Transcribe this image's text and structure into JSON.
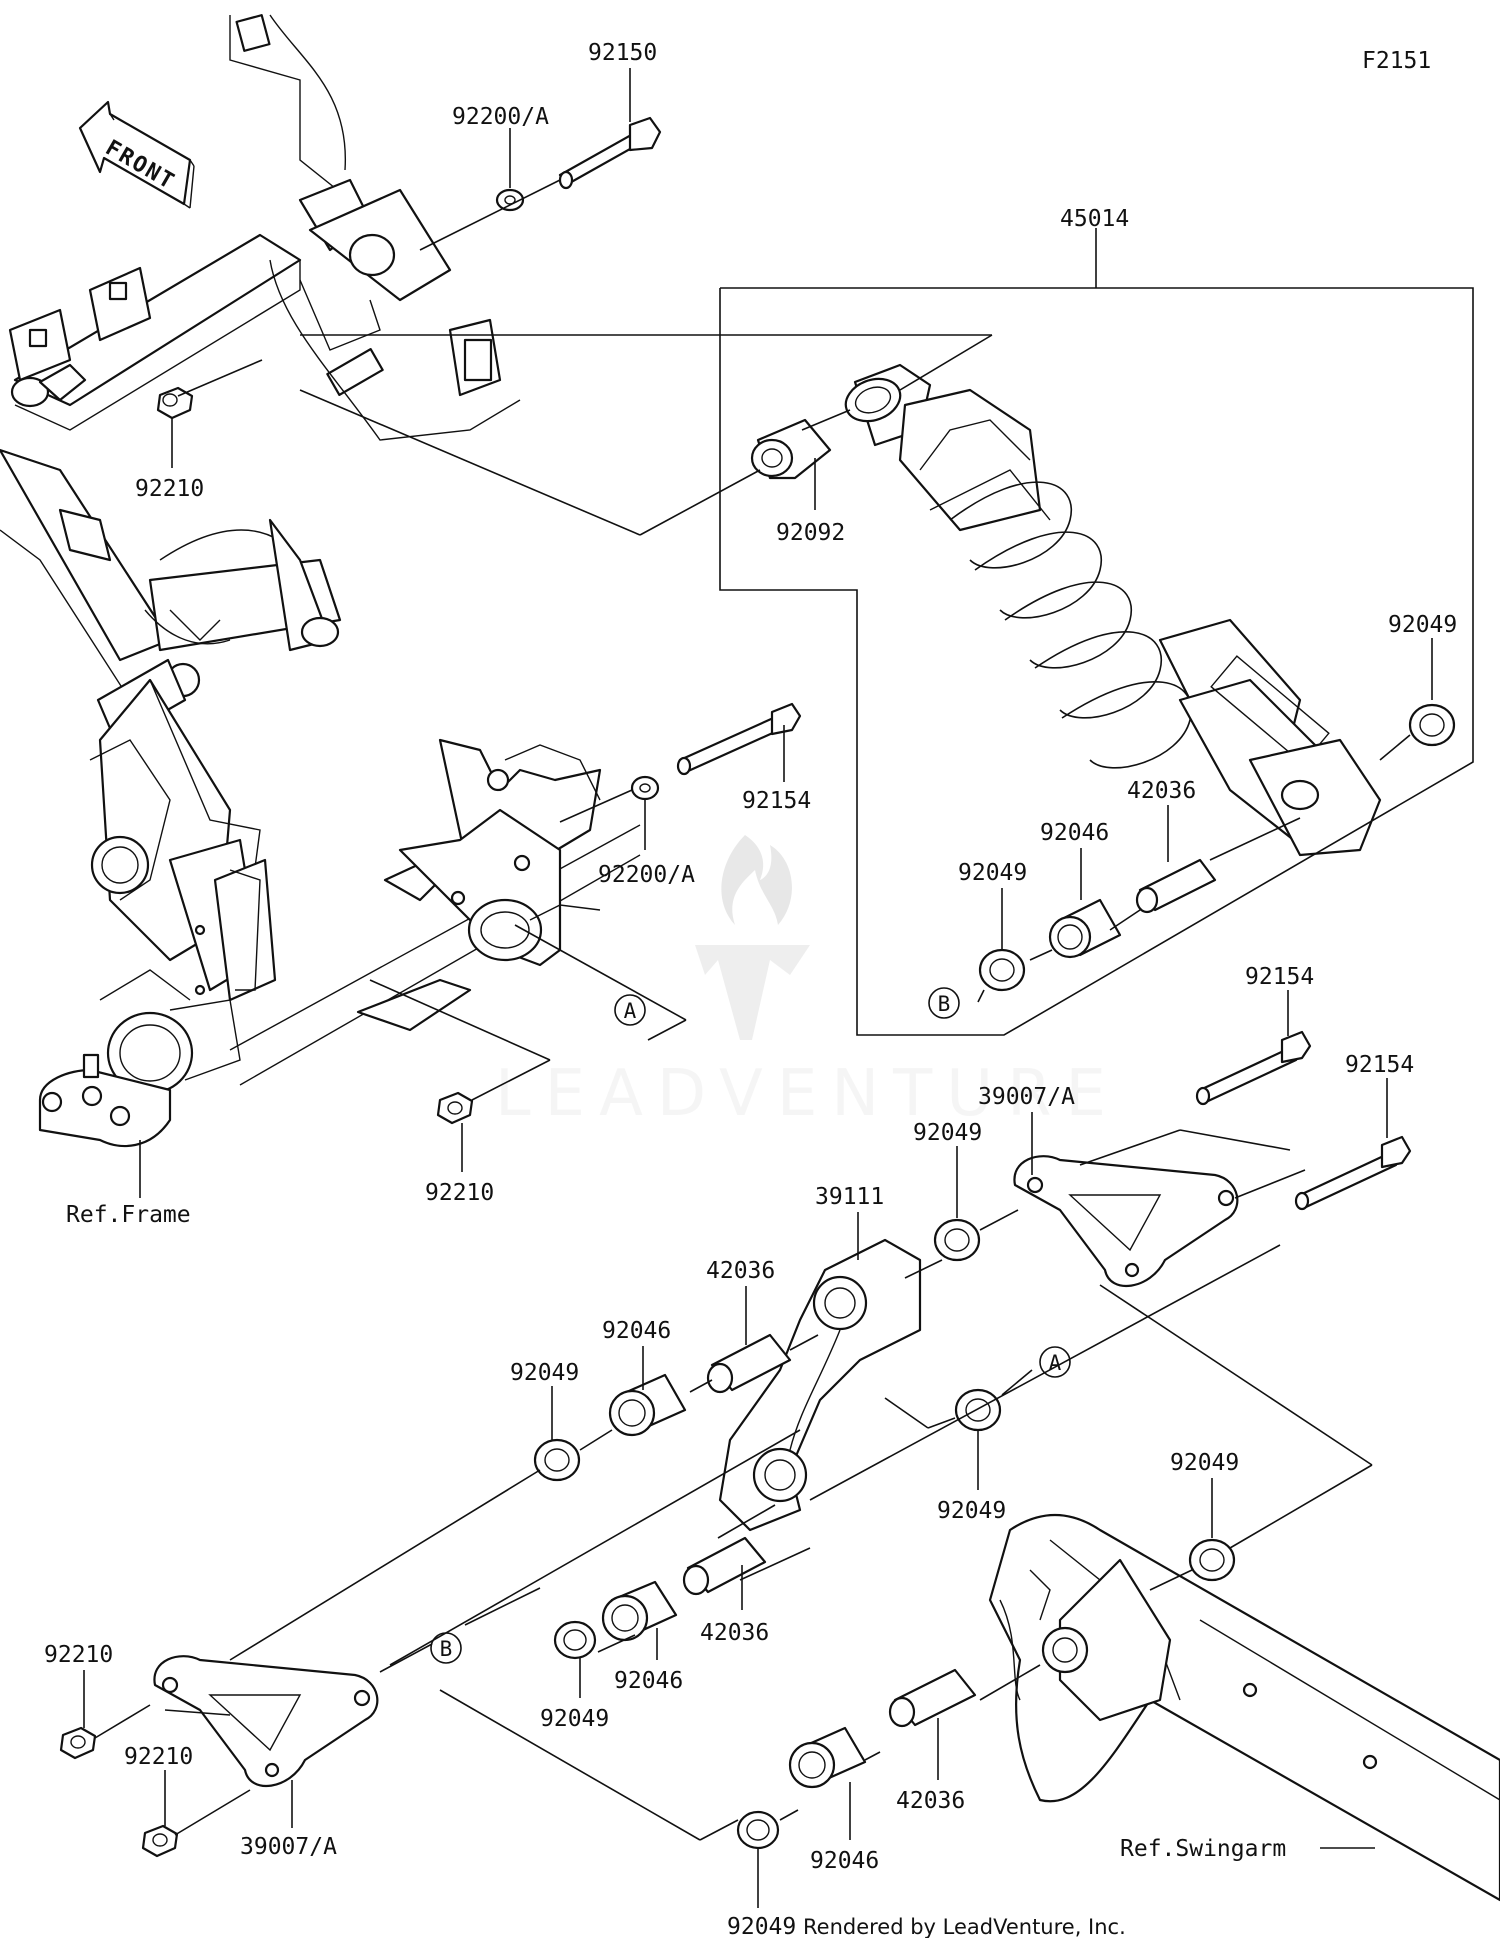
{
  "figure_id": "F2151",
  "front_arrow": "FRONT",
  "watermark": "LEADVENTURE",
  "footer": "Rendered by LeadVenture, Inc.",
  "refs": {
    "frame": "Ref.Frame",
    "swingarm": "Ref.Swingarm"
  },
  "callouts": {
    "a1": "A",
    "b1": "B",
    "a2": "A",
    "b2": "B"
  },
  "parts": {
    "p92150": "92150",
    "p92200a_top": "92200/A",
    "p45014": "45014",
    "p92210_top": "92210",
    "p92092": "92092",
    "p92049_shock_r": "92049",
    "p92154_mid": "92154",
    "p42036_shock": "42036",
    "p92046_shock": "92046",
    "p92049_shock_l": "92049",
    "p92200a_mid": "92200/A",
    "p92154_r1": "92154",
    "p92154_r2": "92154",
    "p39007a_top": "39007/A",
    "p92049_rod_top": "92049",
    "p92210_mid": "92210",
    "p39111": "39111",
    "p42036_link_top": "42036",
    "p92046_link_top": "92046",
    "p92049_link_left": "92049",
    "p92049_link_a": "92049",
    "p92049_swing": "92049",
    "p42036_link_mid": "42036",
    "p92046_link_mid": "92046",
    "p92049_link_mid": "92049",
    "p92210_bl1": "92210",
    "p92210_bl2": "92210",
    "p39007a_bot": "39007/A",
    "p42036_bot": "42036",
    "p92046_bot": "92046",
    "p92049_bot": "92049"
  }
}
